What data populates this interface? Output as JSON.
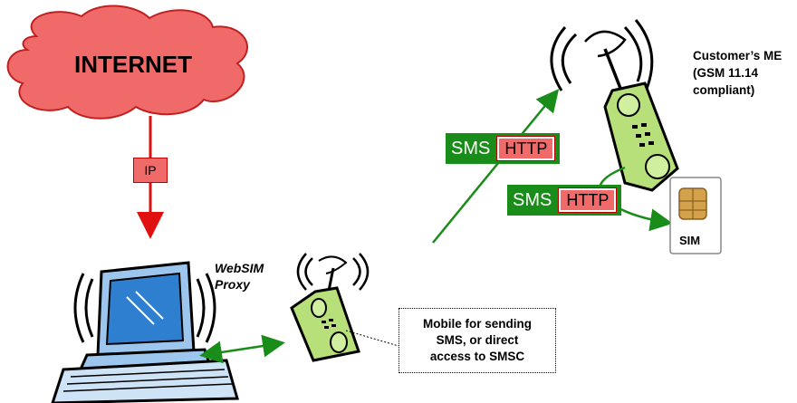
{
  "internet": {
    "label": "INTERNET"
  },
  "ip_link": {
    "label": "IP"
  },
  "proxy": {
    "line1": "WebSIM",
    "line2": "Proxy"
  },
  "customer_me": {
    "line1": "Customer’s ME",
    "line2": "(GSM 11.14",
    "line3": "compliant)"
  },
  "sim": {
    "label": "SIM"
  },
  "message_upper": {
    "sms": "SMS",
    "http": "HTTP"
  },
  "message_lower": {
    "sms": "SMS",
    "http": "HTTP"
  },
  "mobile_note": {
    "line1": "Mobile for sending",
    "line2": "SMS, or direct",
    "line3": "access to SMSC"
  },
  "colors": {
    "cloud": "#f06a6a",
    "arrow_green": "#1a8c1a",
    "arrow_red": "#e01010",
    "phone_body": "#b8e07a",
    "computer_blue": "#2f7fd0"
  }
}
